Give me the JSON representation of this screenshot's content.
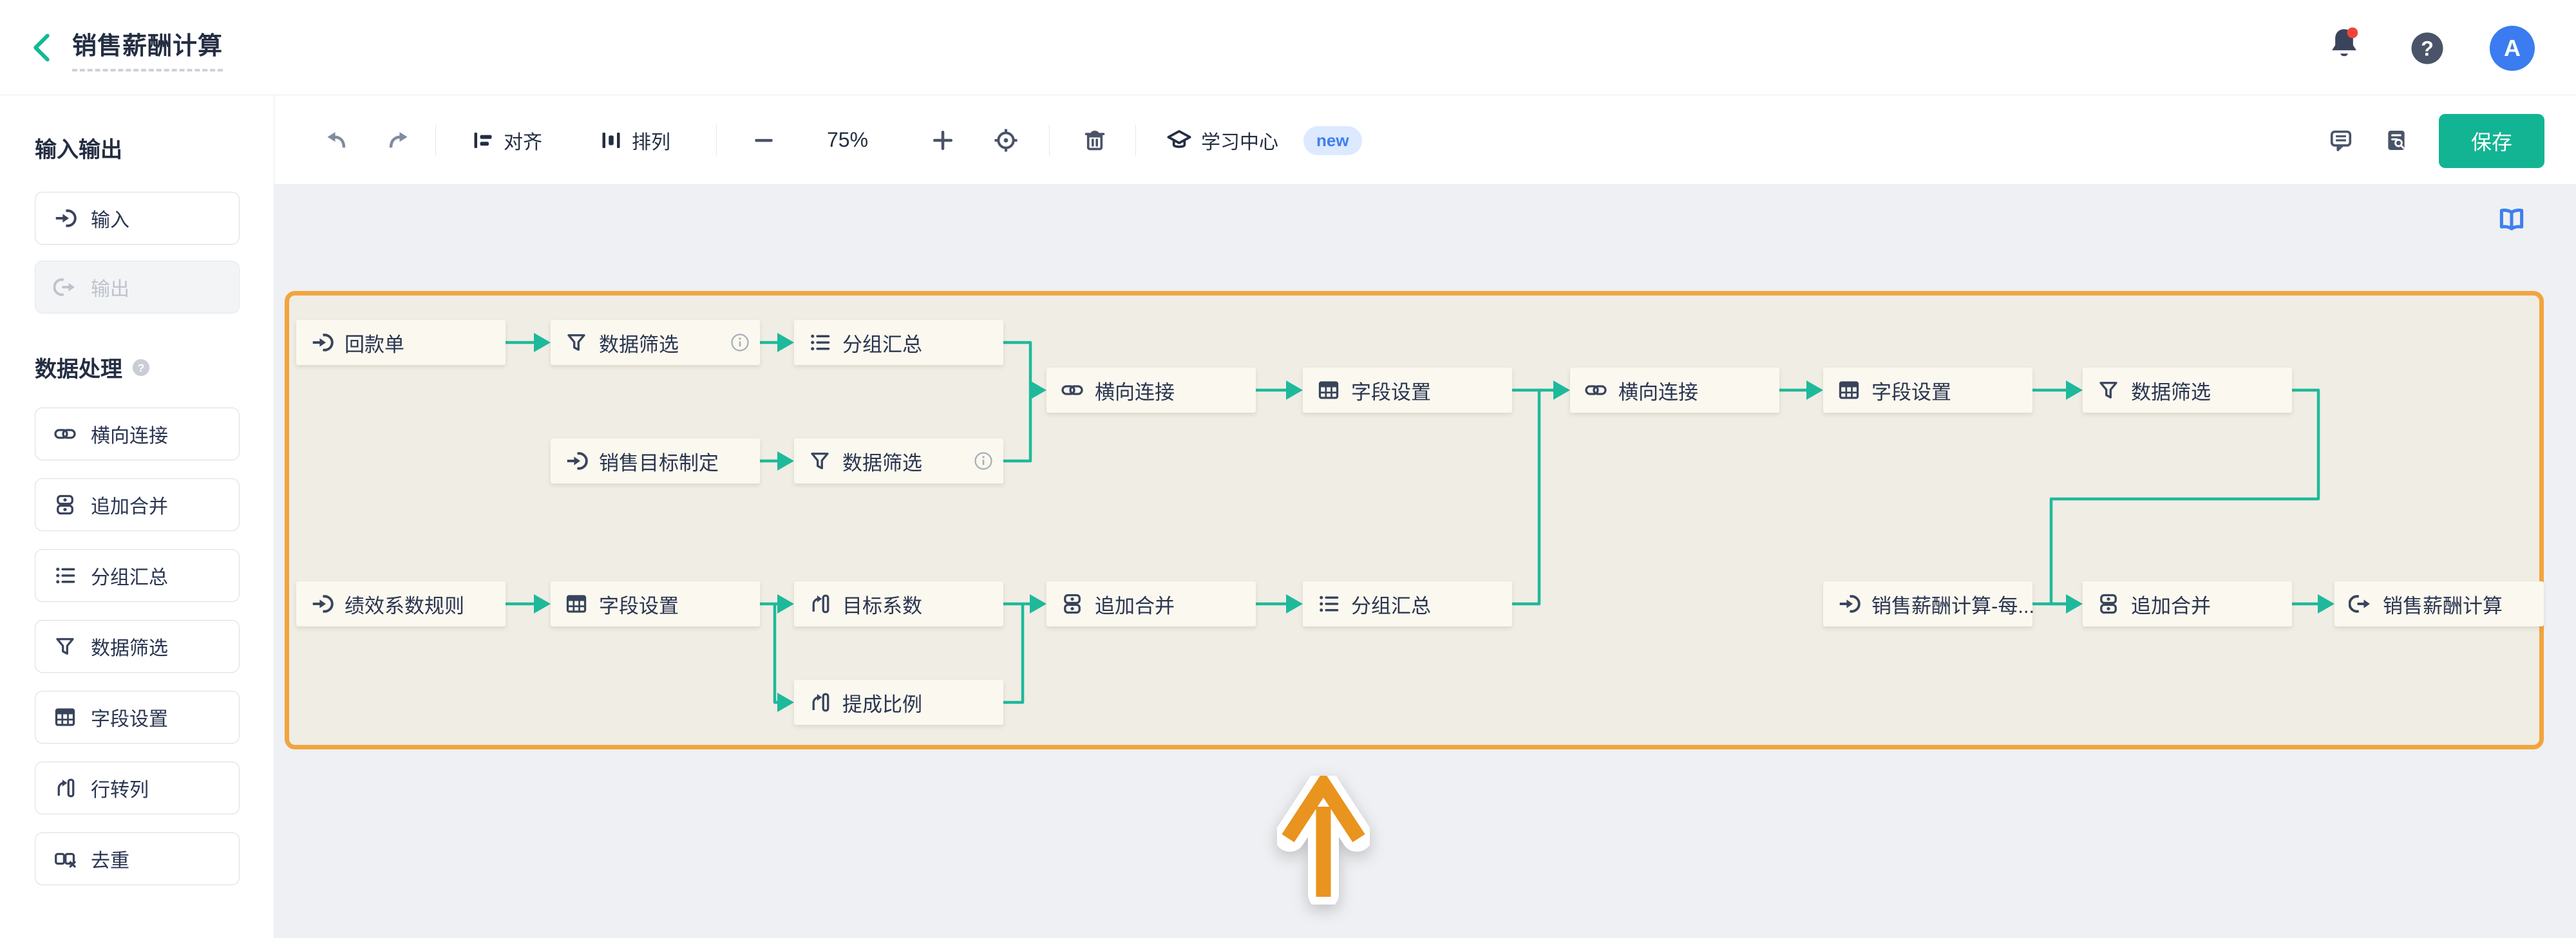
{
  "header": {
    "title": "销售薪酬计算",
    "avatar": "A"
  },
  "toolbar": {
    "align_label": "对齐",
    "arrange_label": "排列",
    "zoom_level": "75%",
    "learning_label": "学习中心",
    "new_badge": "new",
    "save_label": "保存"
  },
  "sidebar": {
    "io_heading": "输入输出",
    "input_label": "输入",
    "output_label": "输出",
    "dp_heading": "数据处理",
    "items": [
      {
        "label": "横向连接",
        "icon": "join-icon"
      },
      {
        "label": "追加合并",
        "icon": "append-icon"
      },
      {
        "label": "分组汇总",
        "icon": "group-icon"
      },
      {
        "label": "数据筛选",
        "icon": "filter-icon"
      },
      {
        "label": "字段设置",
        "icon": "fields-icon"
      },
      {
        "label": "行转列",
        "icon": "row-to-col-icon"
      },
      {
        "label": "去重",
        "icon": "dedupe-icon"
      }
    ]
  },
  "canvas": {
    "nodes": [
      {
        "label": "回款单",
        "icon": "input-icon"
      },
      {
        "label": "数据筛选",
        "icon": "filter-icon"
      },
      {
        "label": "分组汇总",
        "icon": "group-icon"
      },
      {
        "label": "横向连接",
        "icon": "join-icon"
      },
      {
        "label": "字段设置",
        "icon": "fields-icon"
      },
      {
        "label": "横向连接",
        "icon": "join-icon"
      },
      {
        "label": "字段设置",
        "icon": "fields-icon"
      },
      {
        "label": "数据筛选",
        "icon": "filter-icon"
      },
      {
        "label": "销售目标制定",
        "icon": "input-icon"
      },
      {
        "label": "数据筛选",
        "icon": "filter-icon"
      },
      {
        "label": "绩效系数规则",
        "icon": "input-icon"
      },
      {
        "label": "字段设置",
        "icon": "fields-icon"
      },
      {
        "label": "目标系数",
        "icon": "row-to-col-icon"
      },
      {
        "label": "追加合并",
        "icon": "append-icon"
      },
      {
        "label": "分组汇总",
        "icon": "group-icon"
      },
      {
        "label": "销售薪酬计算-每...",
        "icon": "input-icon"
      },
      {
        "label": "追加合并",
        "icon": "append-icon"
      },
      {
        "label": "销售薪酬计算",
        "icon": "output-icon"
      },
      {
        "label": "提成比例",
        "icon": "row-to-col-icon"
      }
    ]
  },
  "colors": {
    "accent_green": "#13b493",
    "connector_green": "#1eb99b",
    "selection_orange": "#f2a43d",
    "arrow_orange": "#e8941f",
    "avatar_blue": "#3b7cf0",
    "badge_blue": "#3f7ef2"
  }
}
